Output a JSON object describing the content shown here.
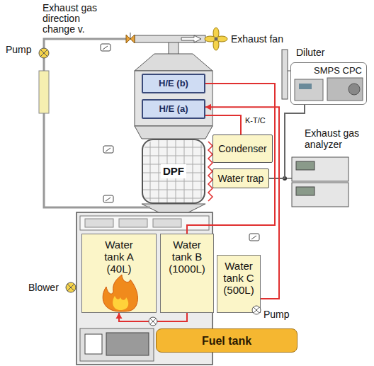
{
  "diagram": {
    "nodes": [
      {
        "text": [
          "H/E (b)"
        ]
      },
      {
        "text": [
          "H/E (a)"
        ]
      },
      {
        "text": [
          "DPF"
        ]
      },
      {
        "text": [
          "Condenser"
        ]
      },
      {
        "text": [
          "Water trap"
        ]
      },
      {
        "text": [
          "Water tank A (40L)"
        ]
      },
      {
        "text": [
          "Water tank B (1000L)"
        ]
      },
      {
        "text": [
          "Water tank C (500L)"
        ]
      },
      {
        "text": [
          "Fuel tank"
        ]
      },
      {
        "text": [
          "SMPS CPC"
        ]
      }
    ],
    "edges": [
      {
        "from": 4,
        "to": 9,
        "arrow": "none"
      },
      {
        "from": 7,
        "to": 1,
        "arrow": "to"
      },
      {
        "from": 0,
        "to": 6,
        "arrow": "none"
      },
      {
        "from": 1,
        "to": 3,
        "arrow": "none"
      },
      {
        "from": 6,
        "to": 5,
        "arrow": "to"
      }
    ],
    "labels": [
      "Exhaust gas direction change v.",
      "Pump",
      "Exhaust fan",
      "K-T/C",
      "Diluter",
      "Exhaust gas analyzer",
      "Blower",
      "Pump"
    ]
  }
}
